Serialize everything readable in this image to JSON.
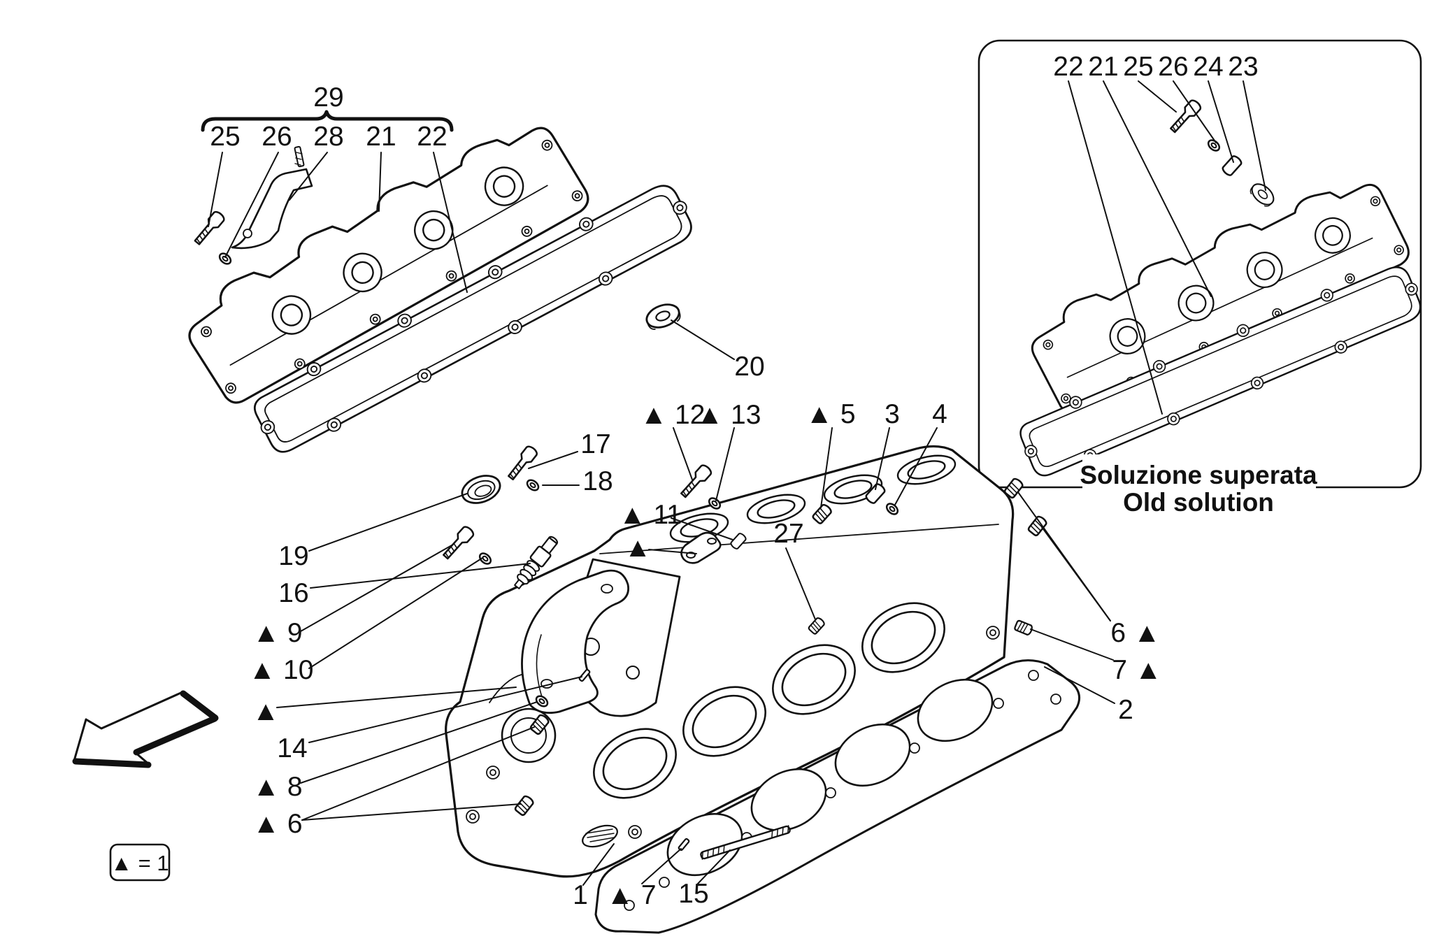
{
  "figure": {
    "caption_line1": "Soluzione superata",
    "caption_line2": "Old solution",
    "legend_note": "▲ = 1"
  },
  "callouts": {
    "group29": "29",
    "n25": "25",
    "n26": "26",
    "n28": "28",
    "n21": "21",
    "n22": "22",
    "n20": "20",
    "n17": "17",
    "n18": "18",
    "n19": "19",
    "n16": "16",
    "t9": "▲ 9",
    "t10": "▲ 10",
    "tri_left": "▲",
    "n14": "14",
    "t8": "▲ 8",
    "t6": "▲ 6",
    "t12": "▲ 12",
    "t13": "▲ 13",
    "t11": "▲ 11",
    "tri_mid": "▲",
    "t5": "▲ 5",
    "n3": "3",
    "n4": "4",
    "n27": "27",
    "r6": "6 ▲",
    "r7": "7 ▲",
    "n2": "2",
    "n1": "1",
    "b7": "▲ 7",
    "n15": "15"
  },
  "inset_callouts": {
    "n22": "22",
    "n21": "21",
    "n25": "25",
    "n26": "26",
    "n24": "24",
    "n23": "23"
  }
}
